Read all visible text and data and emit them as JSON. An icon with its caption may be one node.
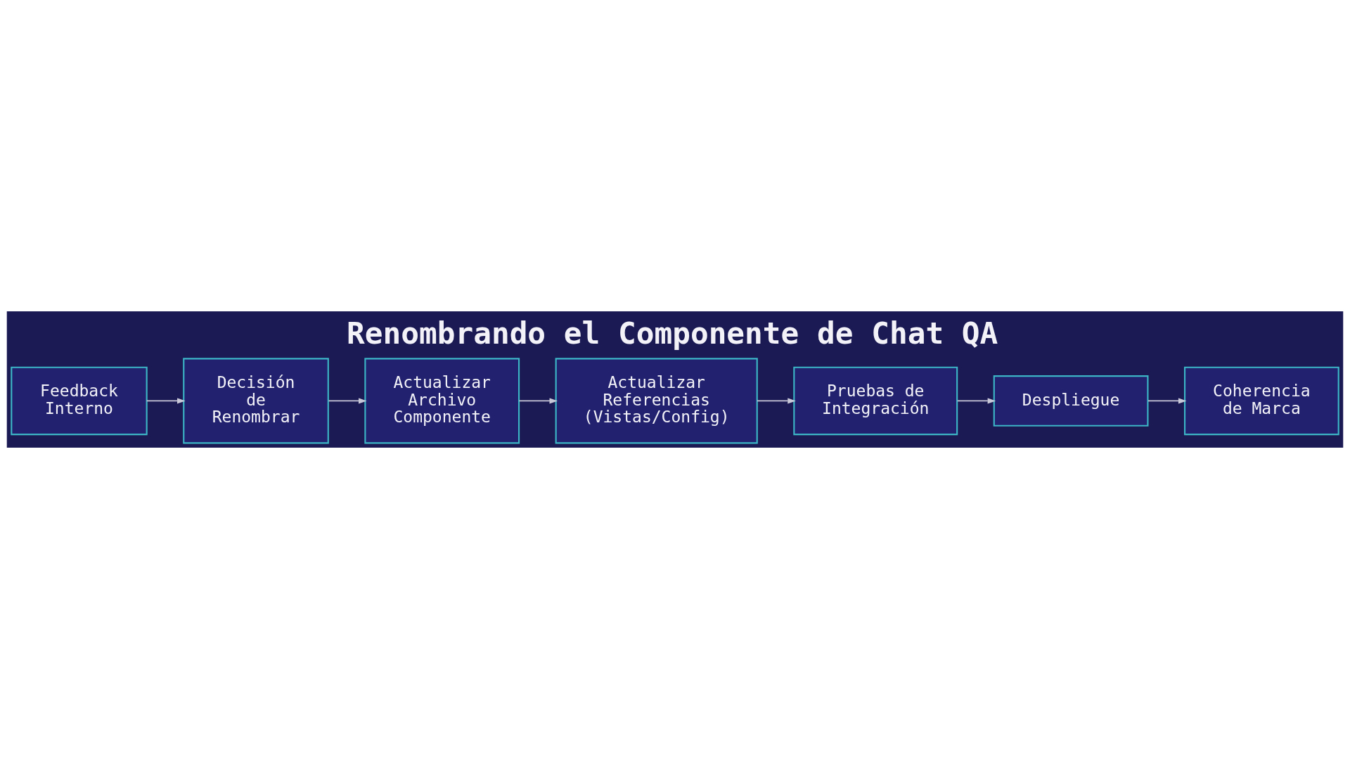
{
  "diagram": {
    "title": "Renombrando el Componente de Chat QA",
    "nodes": [
      {
        "text": [
          "Feedback Interno"
        ]
      },
      {
        "text": [
          "Decisión de Renombrar"
        ]
      },
      {
        "text": [
          "Actualizar Archivo Componente"
        ]
      },
      {
        "text": [
          "Actualizar Referencias (Vistas/Config)"
        ]
      },
      {
        "text": [
          "Pruebas de Integración"
        ]
      },
      {
        "text": [
          "Despliegue"
        ]
      },
      {
        "text": [
          "Coherencia de Marca"
        ]
      }
    ],
    "edges": [
      {
        "from": 0,
        "to": 1,
        "arrow": "to"
      },
      {
        "from": 1,
        "to": 2,
        "arrow": "to"
      },
      {
        "from": 2,
        "to": 3,
        "arrow": "to"
      },
      {
        "from": 3,
        "to": 4,
        "arrow": "to"
      },
      {
        "from": 4,
        "to": 5,
        "arrow": "to"
      },
      {
        "from": 5,
        "to": 6,
        "arrow": "to"
      }
    ]
  }
}
